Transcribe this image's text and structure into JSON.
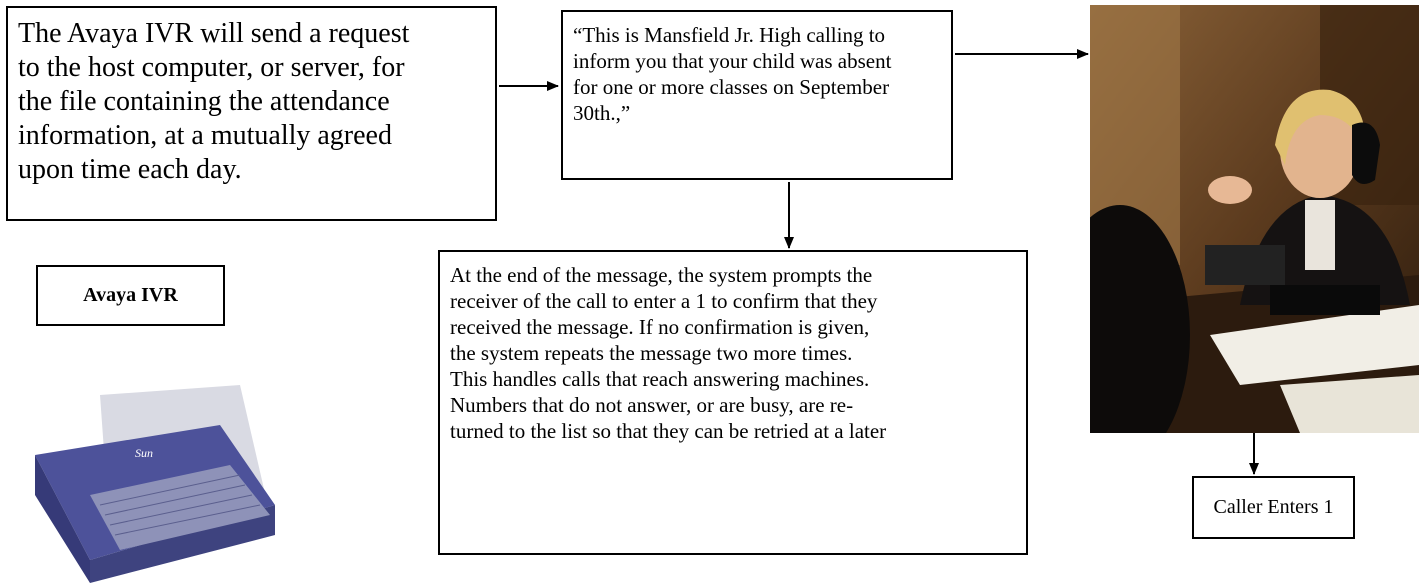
{
  "boxes": {
    "request": "The Avaya IVR will send a request\nto the  host computer, or server, for\nthe file containing the attendance\ninformation, at a mutually agreed\nupon time each day.",
    "message": "“This is Mansfield Jr. High calling to\ninform you that your child was absent\nfor one or more classes on September\n30th.,”",
    "prompt": "At the end of the  message, the system prompts the\nreceiver of the call to enter a 1 to confirm that they\nreceived the message.  If no confirmation is given,\nthe system repeats the message two more times.\nThis handles calls that reach answering machines.\nNumbers that do not answer, or are busy, are re-\nturned to the list  so that they can be retried at a later",
    "ivr_label": "Avaya IVR",
    "confirm": "Caller Enters 1"
  },
  "server_brand": "Sun",
  "colors": {
    "line": "#000000",
    "server_body": "#5a5fa8",
    "photo_bg": "#6b4a2a"
  }
}
